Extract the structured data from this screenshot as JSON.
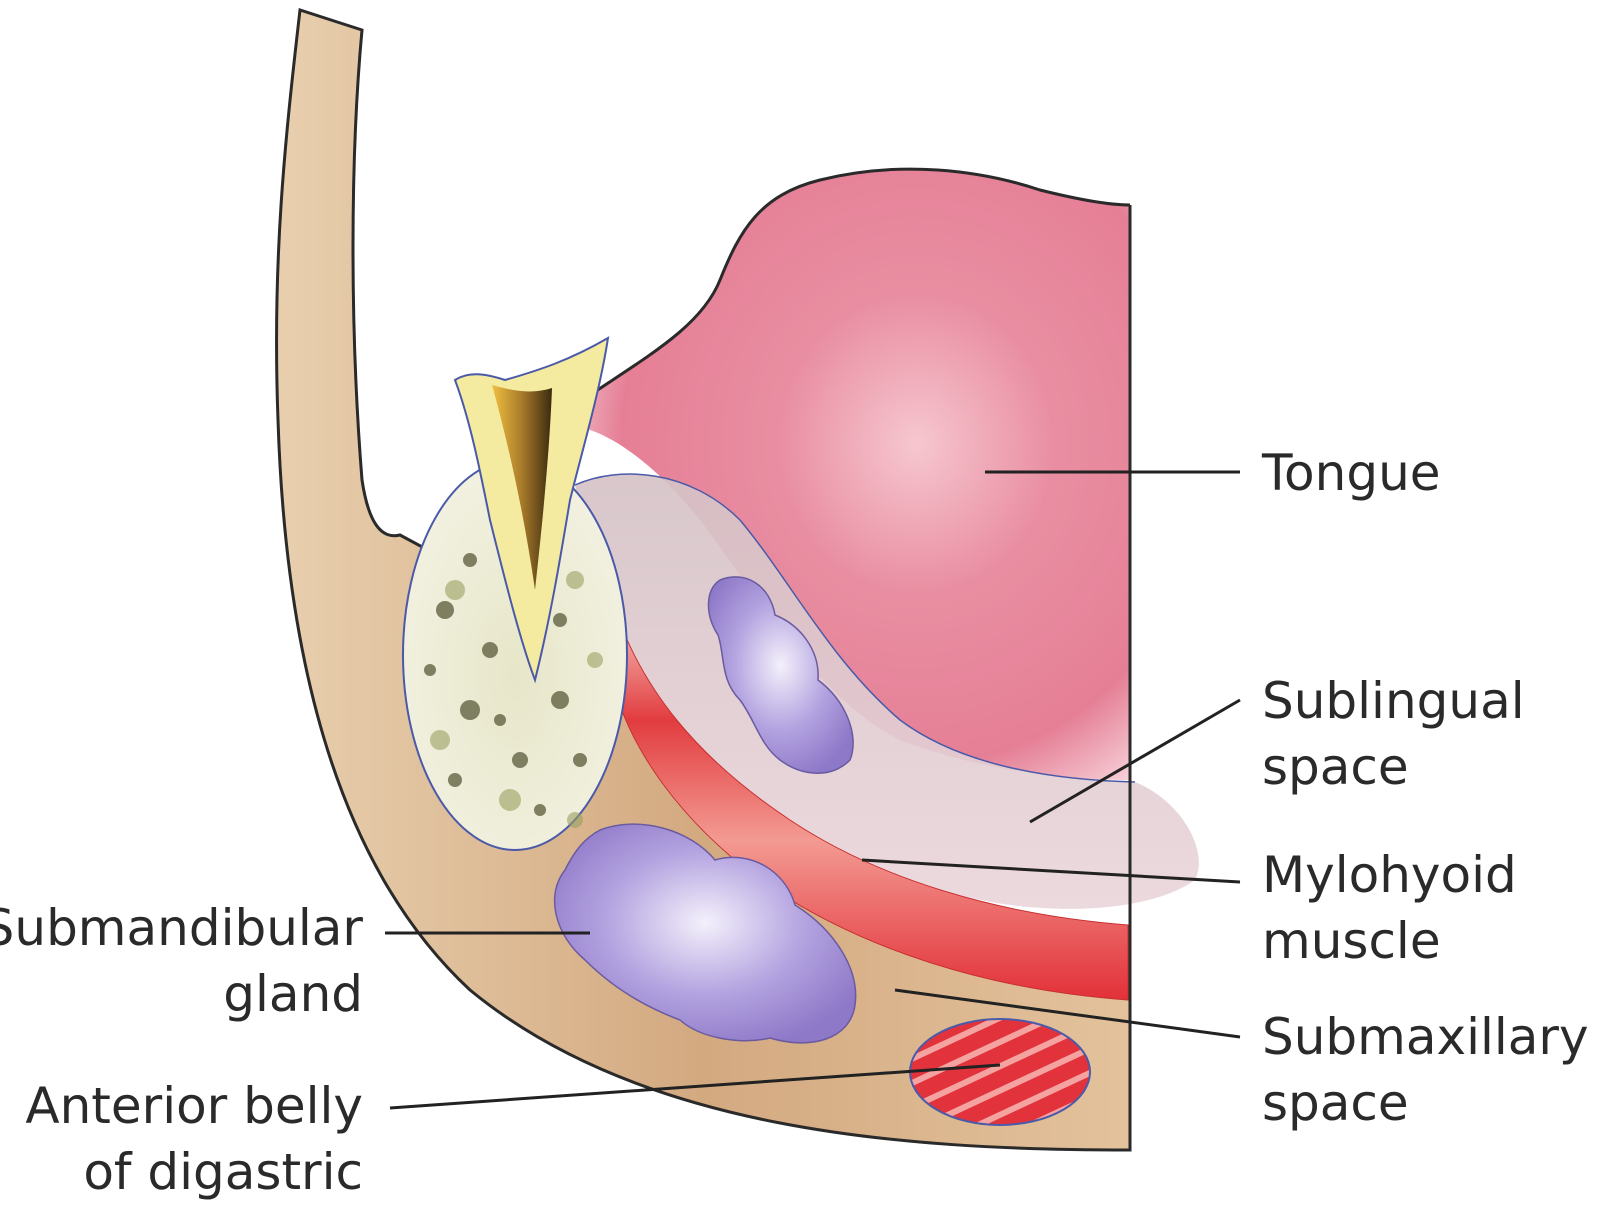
{
  "labels": {
    "tongue": [
      "Tongue"
    ],
    "sublingual": [
      "Sublingual",
      "space"
    ],
    "mylohyoid": [
      "Mylohyoid",
      "muscle"
    ],
    "submaxillary": [
      "Submaxillary",
      "space"
    ],
    "submandibular": [
      "Submandibular",
      "gland"
    ],
    "digastric": [
      "Anterior belly",
      "of digastric"
    ]
  },
  "colors": {
    "mandible_tan": "#d9b48c",
    "tongue_pink": "#e88aa0",
    "muscle_red": "#e0303a",
    "gland_purple": "#9c88d4",
    "bone_marrow": "#eeeed8",
    "tooth_yellow": "#f4eba0",
    "sublingual_grey": "#d9c6c8",
    "leader_line": "#222222"
  }
}
